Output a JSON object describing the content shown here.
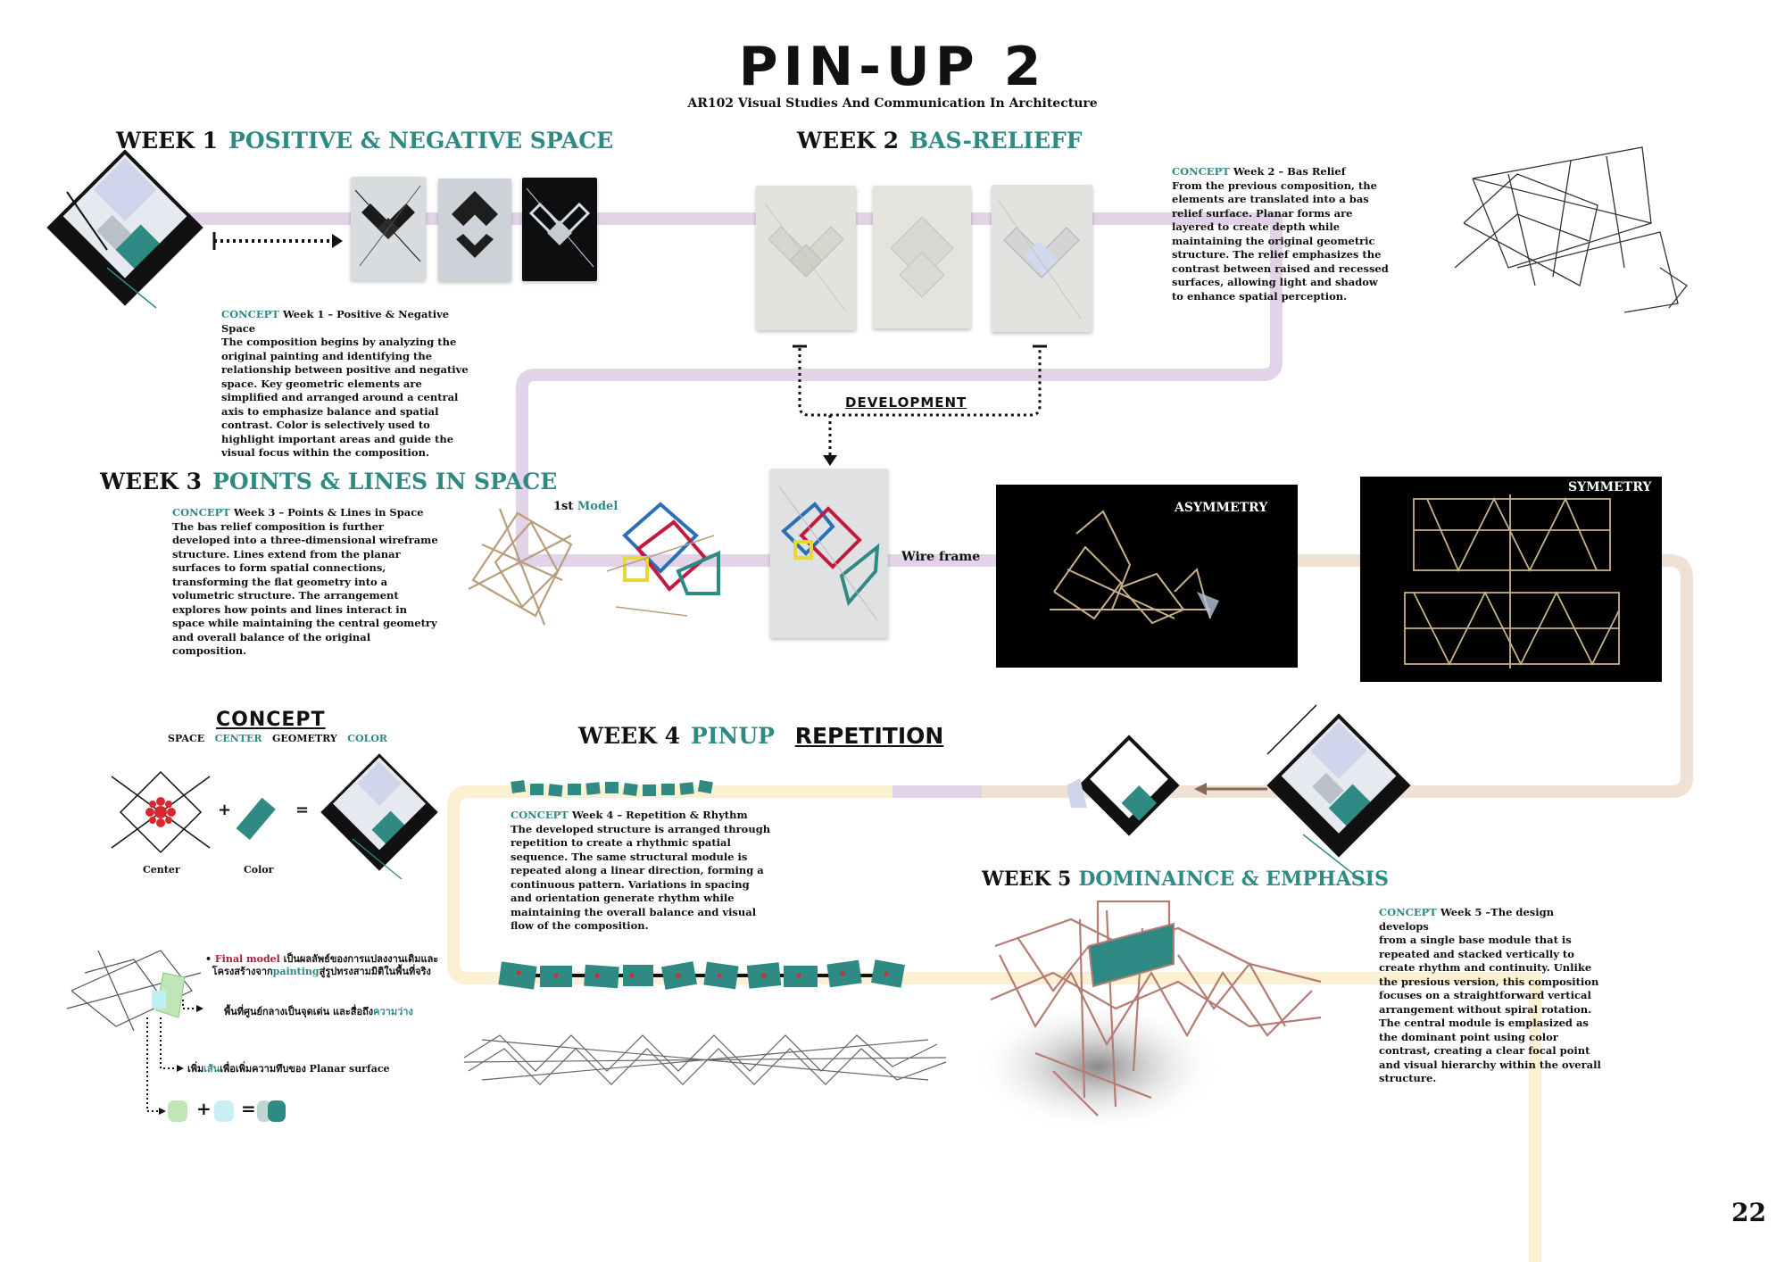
{
  "header": {
    "title": "PIN-UP 2",
    "subtitle": "AR102 Visual Studies And Communication In Architecture",
    "page_number": "22"
  },
  "week1": {
    "week": "WEEK 1",
    "topic": "POSITIVE & NEGATIVE SPACE",
    "concept_lead": "CONCEPT",
    "concept_title": "Week 1 – Positive & Negative Space",
    "concept_body": "The composition begins by analyzing the original painting and identifying the relationship between positive and negative space. Key geometric elements are simplified and arranged around a central axis to emphasize balance and spatial contrast. Color is selectively used to highlight important areas and guide the visual focus within the composition."
  },
  "week2": {
    "week": "WEEK 2",
    "topic": "BAS-RELIEFF",
    "concept_lead": "CONCEPT",
    "concept_title": "Week 2 – Bas Relief",
    "concept_body": "From the previous composition, the elements are translated into a bas relief surface. Planar forms are layered to create depth while maintaining the original geometric structure. The relief emphasizes the contrast between raised and recessed surfaces, allowing light and shadow to enhance spatial perception.",
    "development_label": "DEVELOPMENT"
  },
  "week3": {
    "week": "WEEK 3",
    "topic": "POINTS  & LINES IN SPACE",
    "concept_lead": "CONCEPT",
    "concept_title": "Week 3 – Points & Lines in Space",
    "concept_body": "The bas relief composition is further developed into a three-dimensional wireframe structure. Lines extend from the planar surfaces to form spatial connections, transforming the flat geometry into a volumetric structure. The arrangement explores how points and lines interact in space while maintaining the central geometry and overall balance of the original composition.",
    "model_prefix": "1st",
    "model_word": "Model",
    "wireframe_label": "Wire frame",
    "asymmetry_label": "ASYMMETRY",
    "symmetry_label": "SYMMETRY"
  },
  "concept_block": {
    "heading": "CONCEPT",
    "keywords": [
      {
        "text": "SPACE",
        "color": "#111111"
      },
      {
        "text": "CENTER",
        "color": "#2f8a84"
      },
      {
        "text": "GEOMETRY",
        "color": "#111111"
      },
      {
        "text": "COLOR",
        "color": "#2f8a84"
      }
    ],
    "plus": "+",
    "equals": "=",
    "center_caption": "Center",
    "color_caption": "Color"
  },
  "final_model": {
    "bullet": "•",
    "label_red": "Final model",
    "line1_rest": " เป็นผลลัพธ์ของการแปลงงานเดิมและ",
    "line2_a": "โครงสร้างจาก",
    "line2_teal": "painting",
    "line2_b": "สู่รูปทรงสามมิติในพื้นที่จริง",
    "note1_a": "พื้นที่ศูนย์กลางเป็นจุดเด่น และสื่อถึง",
    "note1_teal": "ความว่าง",
    "note2_a": "เพิ่ม",
    "note2_teal": "เส้น",
    "note2_b": "เพื่อเพิ่มความทึบของ Planar surface",
    "plus": "+",
    "equals": "="
  },
  "week4": {
    "week": "WEEK  4",
    "topic1": "PINUP",
    "topic2": "REPETITION",
    "concept_lead": "CONCEPT",
    "concept_title": "Week 4 – Repetition & Rhythm",
    "concept_body": "The developed structure is arranged through repetition to create a rhythmic spatial sequence. The same structural module is repeated along a linear direction, forming a continuous pattern. Variations in spacing and orientation generate rhythm while maintaining the overall balance and visual flow of the composition."
  },
  "week5": {
    "week": "WEEK  5",
    "topic": "DOMINAINCE & EMPHASIS",
    "concept_lead": "CONCEPT",
    "concept_title": "Week 5 –The design develops",
    "concept_body": "from a single base module that is repeated and stacked vertically to create rhythm and continuity. Unlike the presious version, this composition focuses on a straightforward vertical arrangement without spiral rotation. The central module is emplasized as the dominant point using color contrast, creating a clear focal point and visual hierarchy within the overall structure."
  },
  "colors": {
    "teal": "#2f8a84",
    "path_lilac": "#e2d3e9",
    "path_beige": "#efe2d4",
    "path_cream": "#fbf0d2",
    "final_red": "#b01c3c"
  }
}
